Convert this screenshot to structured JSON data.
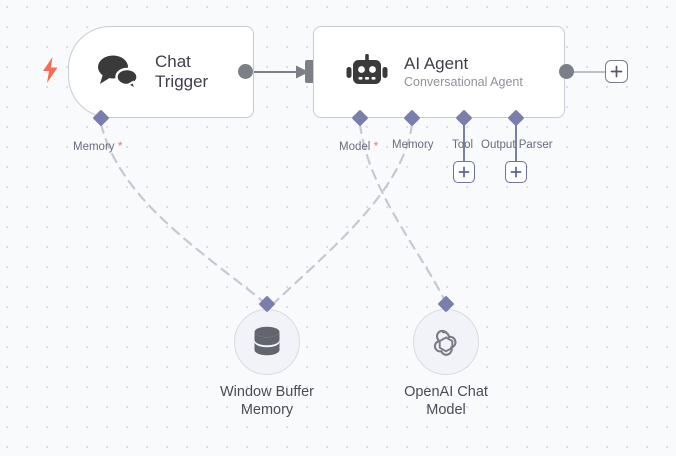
{
  "canvas": {
    "background_color": "#f9fafb",
    "grid_dot_color": "#dcdfeb",
    "grid_spacing": 20
  },
  "nodes": [
    {
      "id": "chat-trigger",
      "type": "trigger",
      "title": "Chat\nTrigger",
      "subtitle": "",
      "icon": "chat-bubbles-icon",
      "has_trigger_bolt": true,
      "bolt_color": "#fa6b55"
    },
    {
      "id": "ai-agent",
      "type": "standard",
      "title": "AI Agent",
      "subtitle": "Conversational Agent",
      "icon": "robot-icon",
      "has_trigger_bolt": false
    }
  ],
  "sub_nodes": [
    {
      "id": "window-buffer-memory",
      "label": "Window Buffer\nMemory",
      "icon": "database-icon"
    },
    {
      "id": "openai-chat-model",
      "label": "OpenAI Chat\nModel",
      "icon": "openai-icon"
    }
  ],
  "ports": {
    "chat_trigger": [
      {
        "name": "memory",
        "label": "Memory",
        "required": true
      }
    ],
    "ai_agent": [
      {
        "name": "model",
        "label": "Model",
        "required": true
      },
      {
        "name": "memory",
        "label": "Memory",
        "required": false
      },
      {
        "name": "tool",
        "label": "Tool",
        "required": false
      },
      {
        "name": "output_parser",
        "label": "Output Parser",
        "required": false
      }
    ]
  },
  "buttons": {
    "add_tool": "+",
    "add_output_parser": "+",
    "add_next_node": "+"
  },
  "colors": {
    "node_border": "#c8cbd6",
    "node_fill": "#ffffff",
    "port_diamond": "#7a7ead",
    "connector_grey": "#7d7f87",
    "required_asterisk": "#f4756a",
    "edge_dashed": "#c6c8d4",
    "sub_node_fill": "#f2f3f8",
    "title_text": "#3d3f4a",
    "subtitle_text": "#909298",
    "port_label_text": "#6a6d80"
  }
}
